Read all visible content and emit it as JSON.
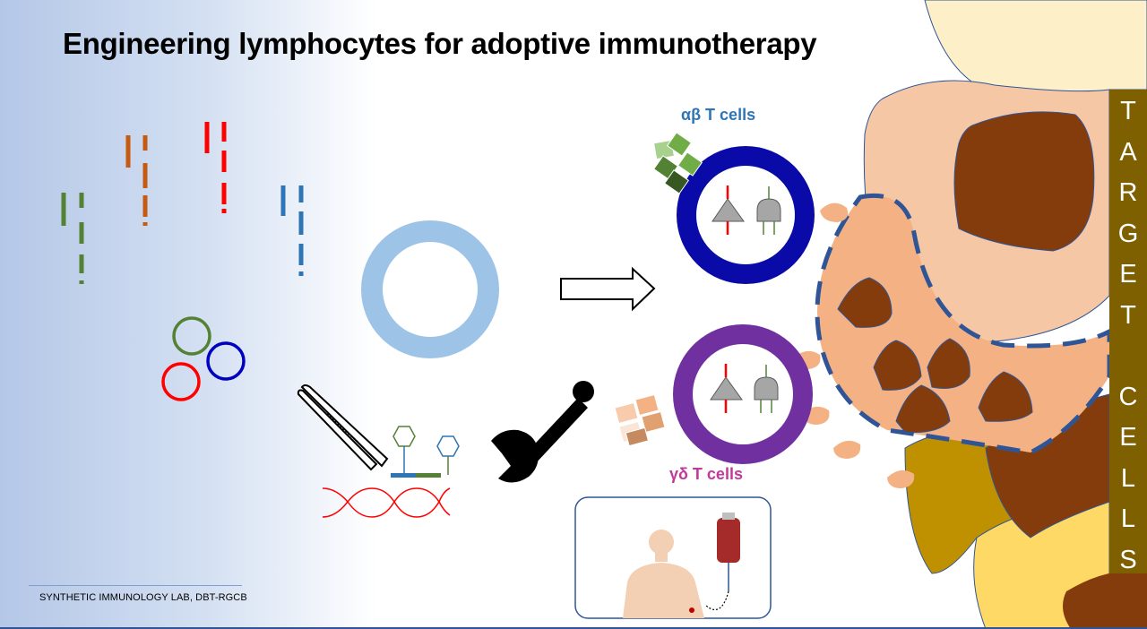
{
  "slide": {
    "title": "Engineering lymphocytes for adoptive immunotherapy",
    "footer": "SYNTHETIC IMMUNOLOGY LAB, DBT-RGCB"
  },
  "cells": {
    "alpha_beta_label": "αβ T cells",
    "gamma_delta_label": "γδ T cells"
  },
  "target": {
    "letters": [
      "T",
      "A",
      "R",
      "G",
      "E",
      "T",
      "",
      "C",
      "E",
      "L",
      "L",
      "S"
    ]
  },
  "colors": {
    "background_gradient": "#b4c7e7",
    "alpha_beta_ring": "#0a0aa8",
    "gamma_delta_ring": "#7030a0",
    "vector_ring": "#9dc3e6",
    "target_bar": "#7f6000",
    "tumor_light": "#f6c7a5",
    "tumor_dark": "#843c0c",
    "tumor_border_dashed": "#2f5597"
  },
  "icons": [
    "dna-fragment-green",
    "dna-fragment-orange",
    "dna-fragment-red",
    "dna-fragment-blue",
    "plasmid-ring",
    "arrow-right",
    "tweezers-icon",
    "wrench-icon",
    "dna-helix",
    "receptor-triangle",
    "receptor-plug",
    "patient-infusion-icon"
  ]
}
